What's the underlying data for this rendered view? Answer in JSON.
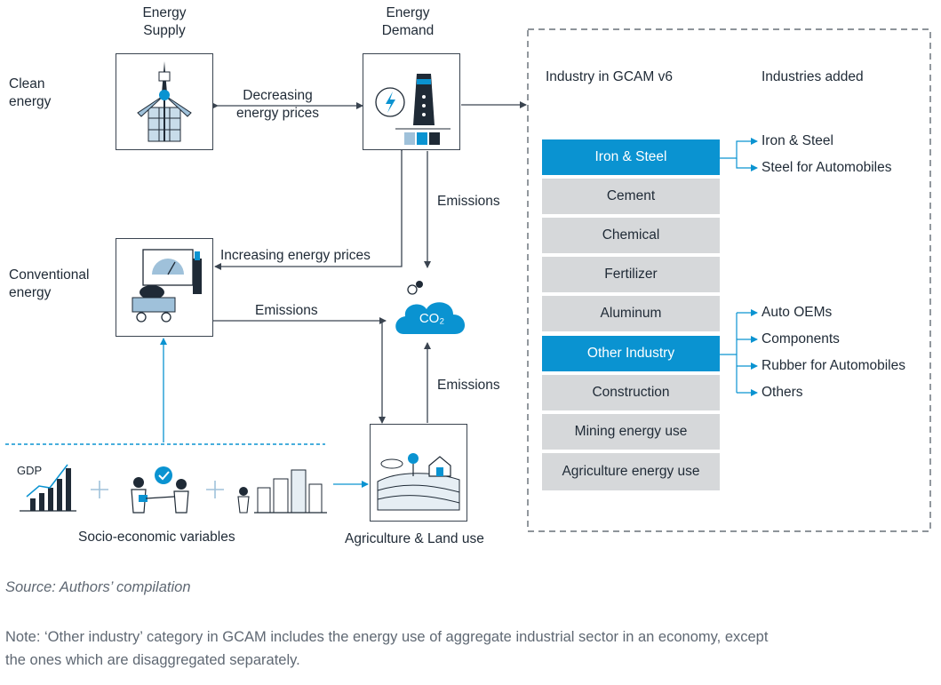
{
  "columns": {
    "supply": "Energy\nSupply",
    "demand": "Energy\nDemand"
  },
  "rows": {
    "clean": "Clean\nenergy",
    "conventional": "Conventional\nenergy"
  },
  "flows": {
    "decreasing_prices": "Decreasing\nenergy prices",
    "increasing_prices": "Increasing energy prices",
    "emissions_demand": "Emissions",
    "emissions_conventional": "Emissions",
    "emissions_agriculture": "Emissions"
  },
  "co2_label": "CO₂",
  "gdp_label": "GDP",
  "socio_label": "Socio-economic variables",
  "agri_label": "Agriculture & Land use",
  "industry_panel": {
    "left_header": "Industry in GCAM v6",
    "right_header": "Industries added",
    "rows": [
      {
        "label": "Iron & Steel",
        "highlight": true
      },
      {
        "label": "Cement",
        "highlight": false
      },
      {
        "label": "Chemical",
        "highlight": false
      },
      {
        "label": "Fertilizer",
        "highlight": false
      },
      {
        "label": "Aluminum",
        "highlight": false
      },
      {
        "label": "Other Industry",
        "highlight": true
      },
      {
        "label": "Construction",
        "highlight": false
      },
      {
        "label": "Mining energy use",
        "highlight": false
      },
      {
        "label": "Agriculture energy use",
        "highlight": false
      }
    ],
    "added_iron": [
      "Iron & Steel",
      "Steel for Automobiles"
    ],
    "added_other": [
      "Auto OEMs",
      "Components",
      "Rubber for Automobiles",
      "Others"
    ]
  },
  "source": "Source: Authors’ compilation",
  "note_line1": "Note: ‘Other industry’ category in GCAM includes the energy use of aggregate industrial sector in an economy, except",
  "note_line2": "the ones which are disaggregated separately.",
  "colors": {
    "accent": "#0a93d1",
    "row_grey": "#d6d8da",
    "line": "#3a4450",
    "text": "#1f2a36",
    "note": "#5f6873"
  }
}
